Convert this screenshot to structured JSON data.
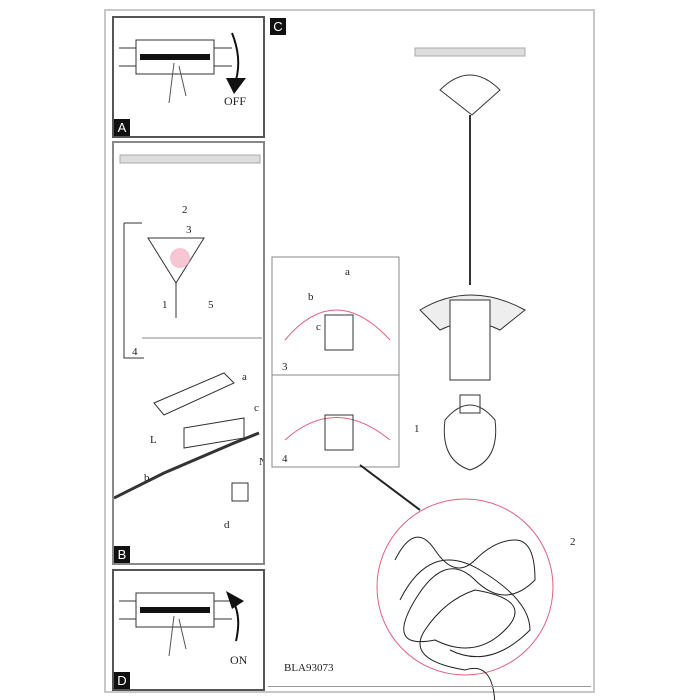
{
  "panels": {
    "a": {
      "tag": "A",
      "caption": "OFF"
    },
    "b": {
      "tag": "B",
      "labels": {
        "a": "a",
        "b": "b",
        "c": "c",
        "d": "d",
        "n1": "1",
        "n2": "2",
        "n3": "3",
        "n4": "4",
        "n5": "5",
        "L": "L",
        "N": "N"
      }
    },
    "c": {
      "tag": "C",
      "labels": {
        "a": "a",
        "b": "b",
        "c": "c",
        "n1": "1",
        "n2": "2",
        "n3": "3",
        "n4": "4"
      }
    },
    "d": {
      "tag": "D",
      "caption": "ON"
    }
  },
  "code": "BLA93073",
  "colors": {
    "accent": "#e06080",
    "line": "#222222"
  }
}
